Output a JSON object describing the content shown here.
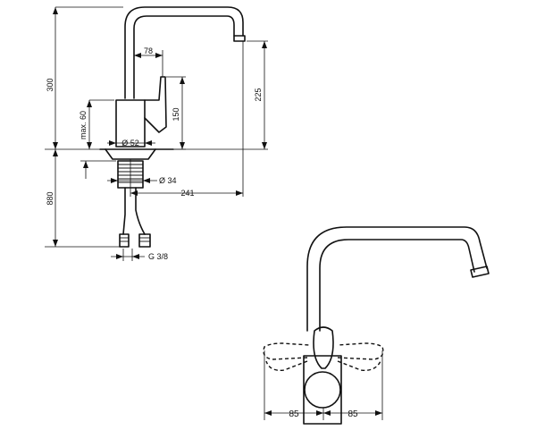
{
  "side_view": {
    "dimensions": {
      "total_height": "300",
      "max_height_label": "max. 60",
      "handle_offset": "78",
      "handle_height": "150",
      "spout_height": "225",
      "base_diameter": "Ø 52",
      "shank_diameter": "Ø 34",
      "reach": "241",
      "hose_length": "880",
      "thread": "G 3/8"
    }
  },
  "top_view": {
    "dimensions": {
      "left_swing": "85",
      "right_swing": "85"
    }
  }
}
